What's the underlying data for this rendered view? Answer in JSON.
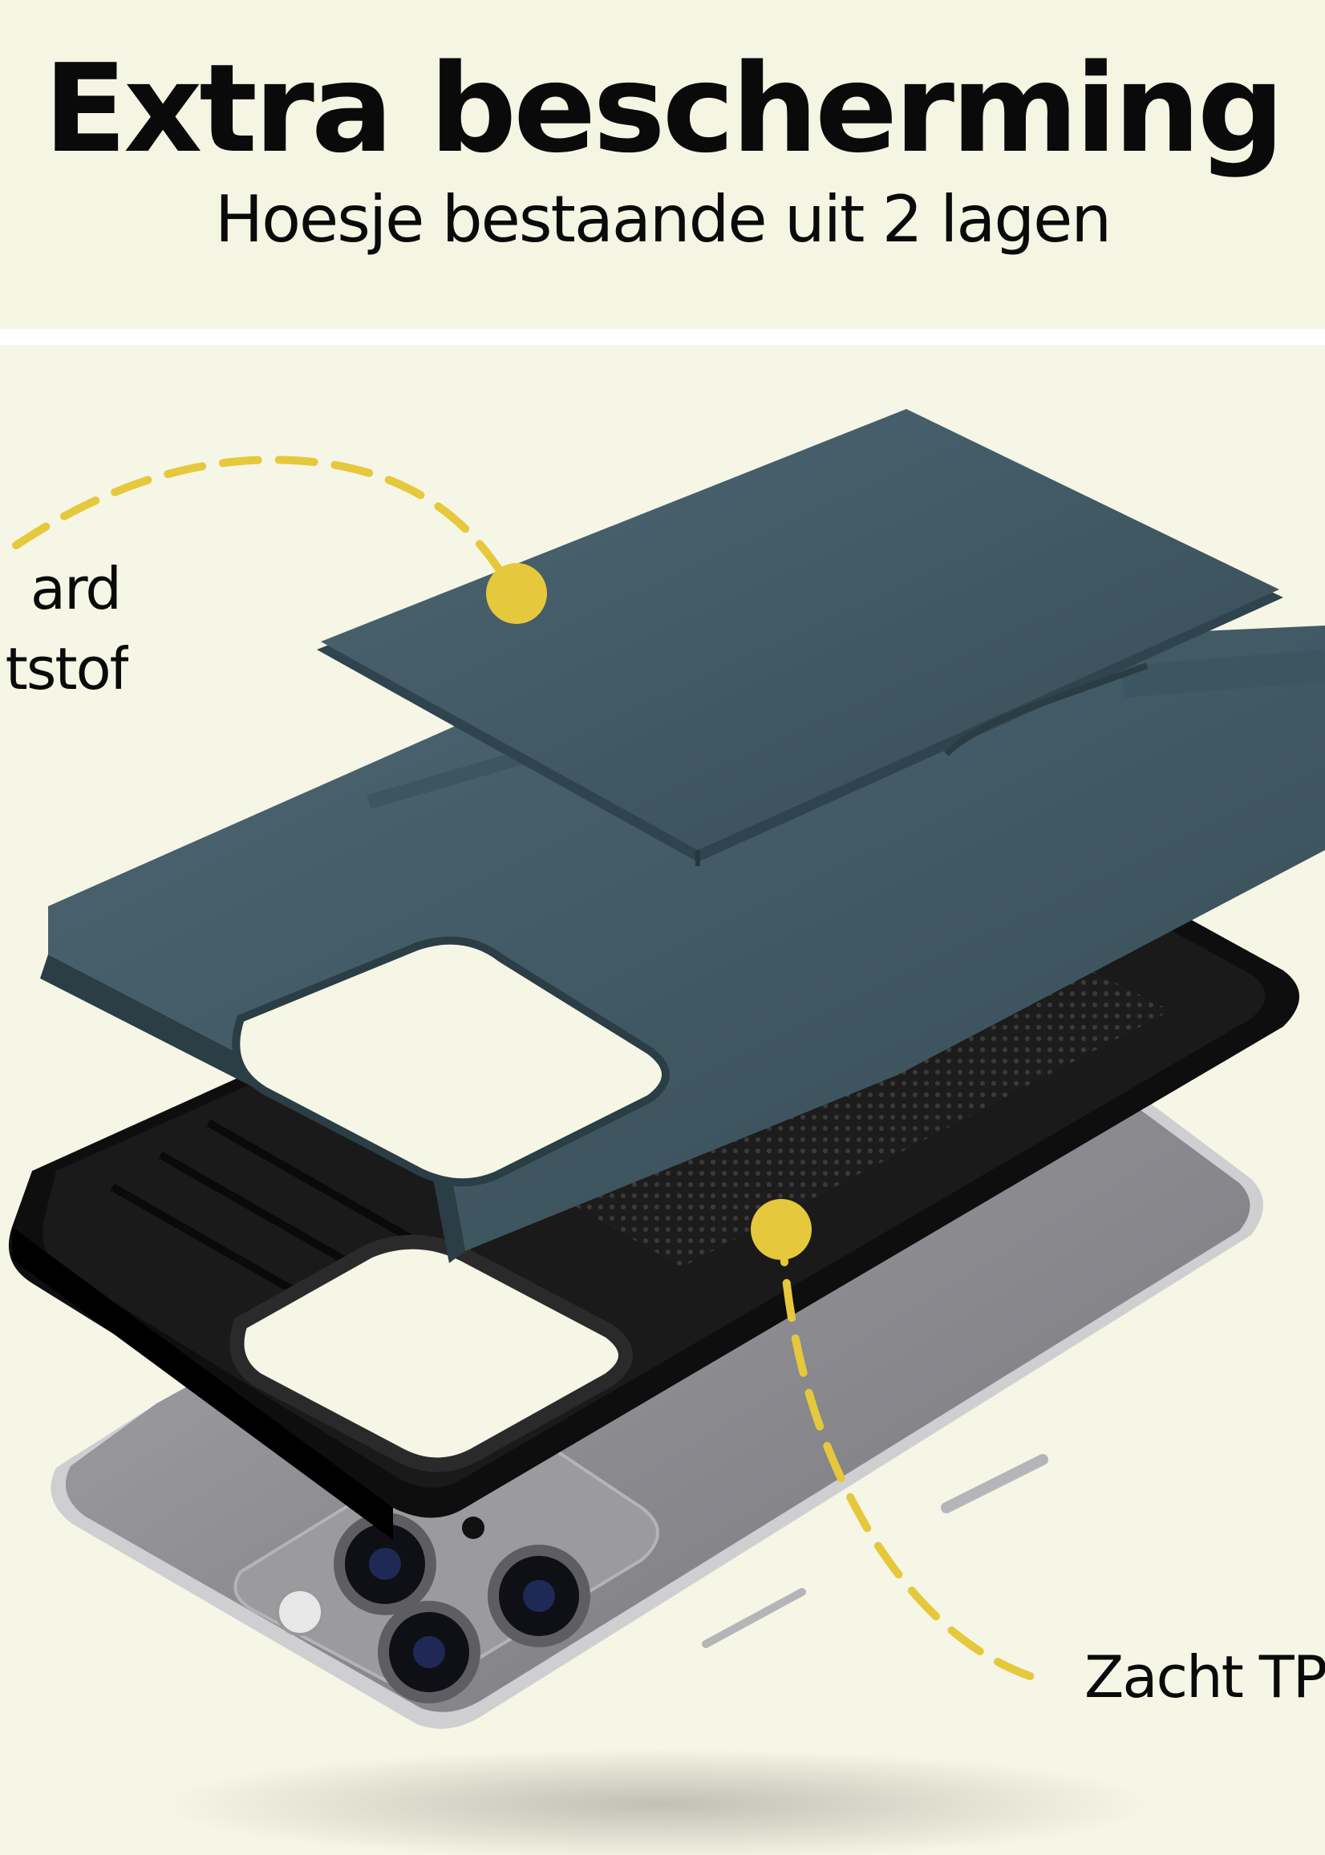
{
  "header": {
    "title": "Extra bescherming",
    "subtitle": "Hoesje bestaande uit 2 lagen"
  },
  "callouts": {
    "hard_line1": "ard",
    "hard_line2": "tstof",
    "soft": "Zacht TP"
  },
  "colors": {
    "background": "#f6f6e6",
    "accent_yellow": "#e6c83c",
    "hard_shell": "#3d5560",
    "soft_shell": "#141414",
    "phone_body": "#8c8c90"
  }
}
